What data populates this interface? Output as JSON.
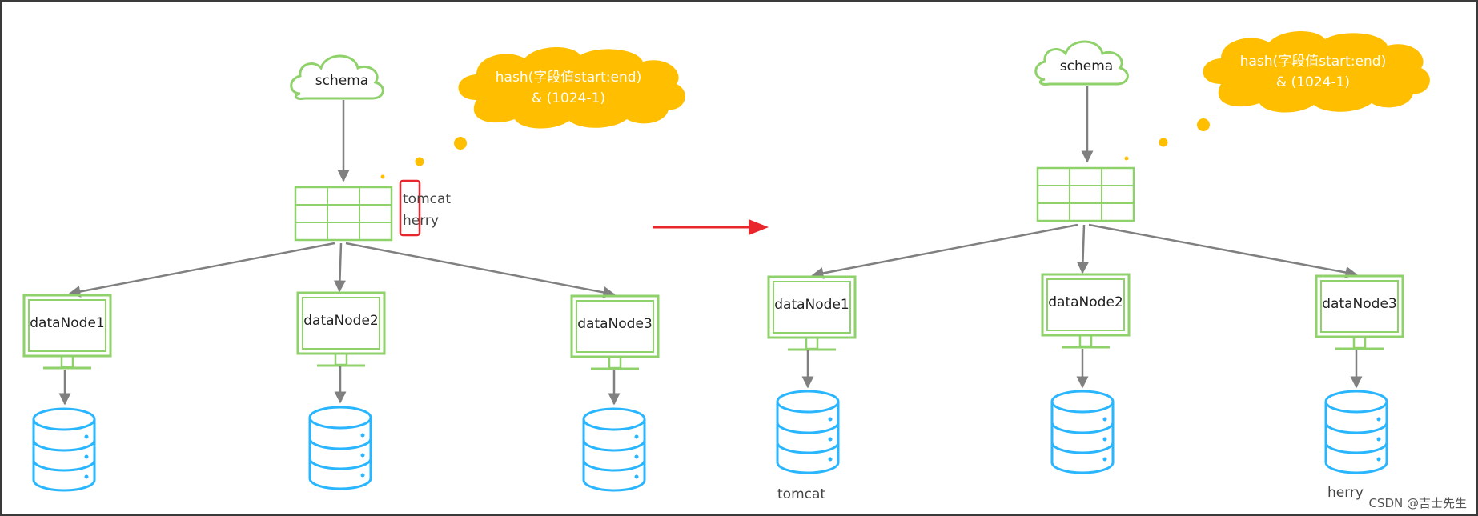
{
  "diagram": {
    "schema_label": "schema",
    "hash_line1": "hash(字段值start:end)",
    "hash_line2": "& (1024-1)",
    "table_items": [
      "tomcat",
      "herry"
    ],
    "nodes": [
      "dataNode1",
      "dataNode2",
      "dataNode3"
    ],
    "result_labels": {
      "node1": "tomcat",
      "node3": "herry"
    },
    "watermark": "CSDN @吉士先生"
  },
  "colors": {
    "monitor": "#8fd16a",
    "database": "#29b6ff",
    "cloud_orange": "#ffbf00",
    "arrow_gray": "#808080",
    "highlight_red": "#e8262b",
    "border": "#3a3a3a"
  }
}
